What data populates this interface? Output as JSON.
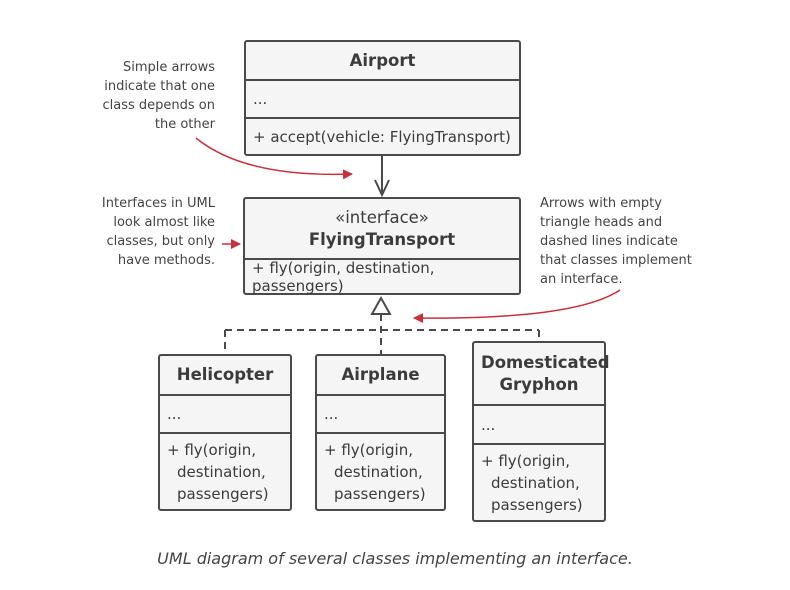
{
  "airport": {
    "name": "Airport",
    "fields": "...",
    "method": "+ accept(vehicle: FlyingTransport)"
  },
  "flying_transport": {
    "stereotype": "«interface»",
    "name": "FlyingTransport",
    "method": "+ fly(origin, destination, passengers)"
  },
  "helicopter": {
    "name": "Helicopter",
    "fields": "...",
    "method_lines": [
      "+ fly(origin,",
      "destination,",
      "passengers)"
    ]
  },
  "airplane": {
    "name": "Airplane",
    "fields": "...",
    "method_lines": [
      "+ fly(origin,",
      "destination,",
      "passengers)"
    ]
  },
  "gryphon": {
    "name_lines": [
      "Domesticated",
      "Gryphon"
    ],
    "fields": "...",
    "method_lines": [
      "+ fly(origin,",
      "destination,",
      "passengers)"
    ]
  },
  "notes": {
    "dependency": [
      "Simple arrows",
      "indicate that one",
      "class depends on",
      "the other"
    ],
    "interfaces": [
      "Interfaces in UML",
      "look almost like",
      "classes, but only",
      "have methods."
    ],
    "implementation": [
      "Arrows with empty",
      "triangle heads and",
      "dashed lines indicate",
      "that classes implement",
      "an interface."
    ]
  },
  "caption": "UML diagram of several classes implementing an interface.",
  "colors": {
    "note_arrow": "#c8303a",
    "line": "#4a4a4a",
    "box_fill": "#f5f5f5"
  }
}
